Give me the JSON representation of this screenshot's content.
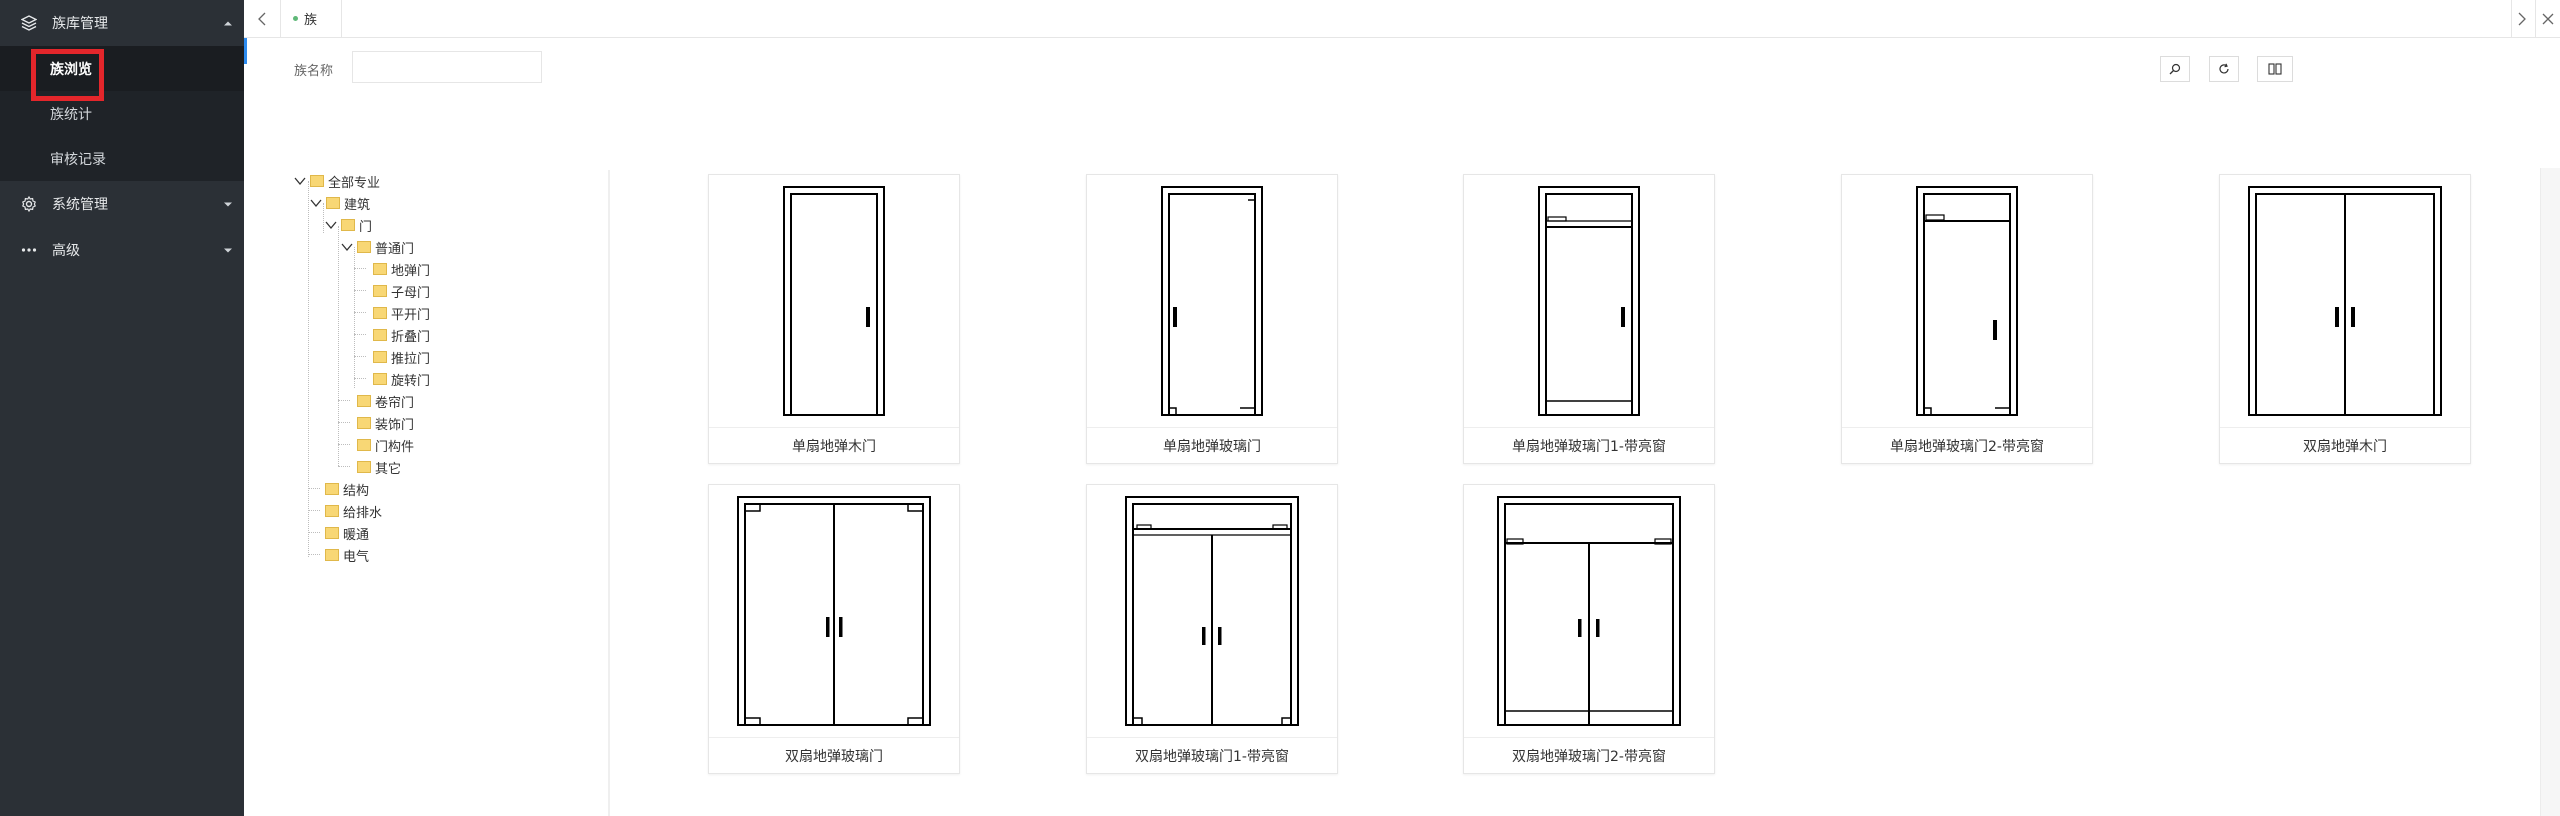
{
  "sidebar": {
    "groups": [
      {
        "label": "族库管理",
        "icon": "layers-icon"
      },
      {
        "label": "系统管理",
        "icon": "gear-icon"
      },
      {
        "label": "高级",
        "icon": "more-icon"
      }
    ],
    "sub_items": [
      "族浏览",
      "族统计",
      "审核记录"
    ]
  },
  "tabbar": {
    "tab_label": "族"
  },
  "search": {
    "label": "族名称",
    "value": ""
  },
  "toolbar": {
    "icons": [
      "search-icon",
      "refresh-icon",
      "columns-icon"
    ]
  },
  "tree": {
    "root": "全部专业",
    "nodes": [
      "建筑",
      "门",
      "普通门",
      "地弹门",
      "子母门",
      "平开门",
      "折叠门",
      "推拉门",
      "旋转门",
      "卷帘门",
      "装饰门",
      "门构件",
      "其它",
      "结构",
      "给排水",
      "暖通",
      "电气"
    ]
  },
  "families": [
    {
      "name": "单扇地弹木门"
    },
    {
      "name": "单扇地弹玻璃门"
    },
    {
      "name": "单扇地弹玻璃门1-带亮窗"
    },
    {
      "name": "单扇地弹玻璃门2-带亮窗"
    },
    {
      "name": "双扇地弹木门"
    },
    {
      "name": "双扇地弹玻璃门"
    },
    {
      "name": "双扇地弹玻璃门1-带亮窗"
    },
    {
      "name": "双扇地弹玻璃门2-带亮窗"
    }
  ],
  "colors": {
    "sidebar_bg": "#2b3036",
    "highlight_box": "#e4262b",
    "tab_dot": "#5fb878"
  }
}
